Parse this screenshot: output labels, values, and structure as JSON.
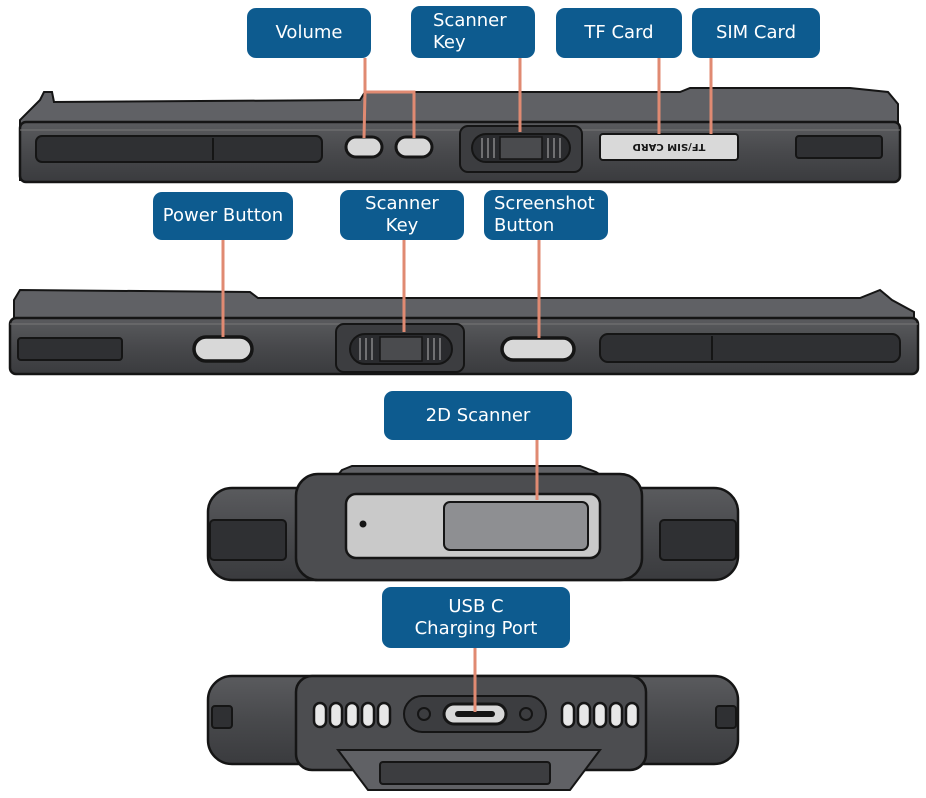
{
  "diagram": {
    "callouts": {
      "volume": "Volume",
      "scanner_key_top": "Scanner\nKey",
      "tf_card": "TF Card",
      "sim_card": "SIM Card",
      "power_button": "Power Button",
      "scanner_key_middle": "Scanner\nKey",
      "screenshot_button": "Screenshot\nButton",
      "scanner_2d": "2D Scanner",
      "usb_c": "USB C\nCharging Port"
    },
    "slot_label": "TF/SIM CARD",
    "colors": {
      "callout_bg": "#0d5b8f",
      "callout_text": "#ffffff",
      "leader_line": "#e08a72",
      "device_body": "#4a4b4e",
      "device_dark": "#2f3033",
      "device_outline": "#151515",
      "scanner_window": "#c9c9c9"
    }
  }
}
